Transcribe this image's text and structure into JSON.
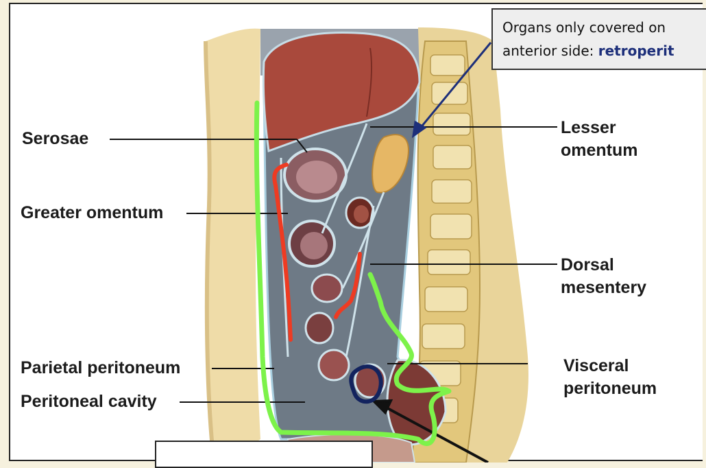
{
  "labels": {
    "serosae": "Serosae",
    "greater_omentum": "Greater omentum",
    "parietal_peritoneum": "Parietal peritoneum",
    "peritoneal_cavity": "Peritoneal cavity",
    "lesser_omentum_1": "Lesser",
    "lesser_omentum_2": "omentum",
    "dorsal_mesentery_1": "Dorsal",
    "dorsal_mesentery_2": "mesentery",
    "visceral_peritoneum_1": "Visceral",
    "visceral_peritoneum_2": "peritoneum"
  },
  "callout": {
    "line1": "Organs only covered on",
    "line2_prefix": "anterior side: ",
    "line2_highlight": "retroperit"
  },
  "colors": {
    "annotation_green": "#7df24a",
    "annotation_red": "#ee3b22",
    "annotation_navy": "#13235e",
    "callout_highlight": "#1d2f7a"
  }
}
